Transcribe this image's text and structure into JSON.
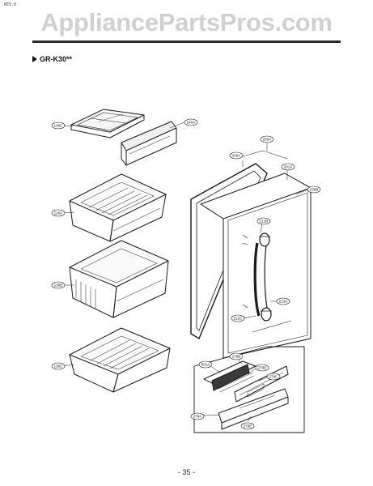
{
  "header": {
    "corner_mark": "REV.0",
    "watermark": "AppliancePartsPros.com",
    "model": "GR-K30**"
  },
  "footer": {
    "page_number": "- 35 -"
  },
  "parts": {
    "p146c": "146C",
    "p140a": "140A",
    "p126a": "126A",
    "p136b": "136B",
    "p136c": "136C",
    "p200a": "200A",
    "p205a": "205A",
    "p201a": "201A",
    "p230b": "230B",
    "p212b": "212B",
    "p213a": "213A",
    "p212c": "212C",
    "p501a": "501A",
    "p279a": "279A",
    "p279b": "279B",
    "p279c": "279C",
    "p279d": "279D",
    "p279e": "279E"
  }
}
